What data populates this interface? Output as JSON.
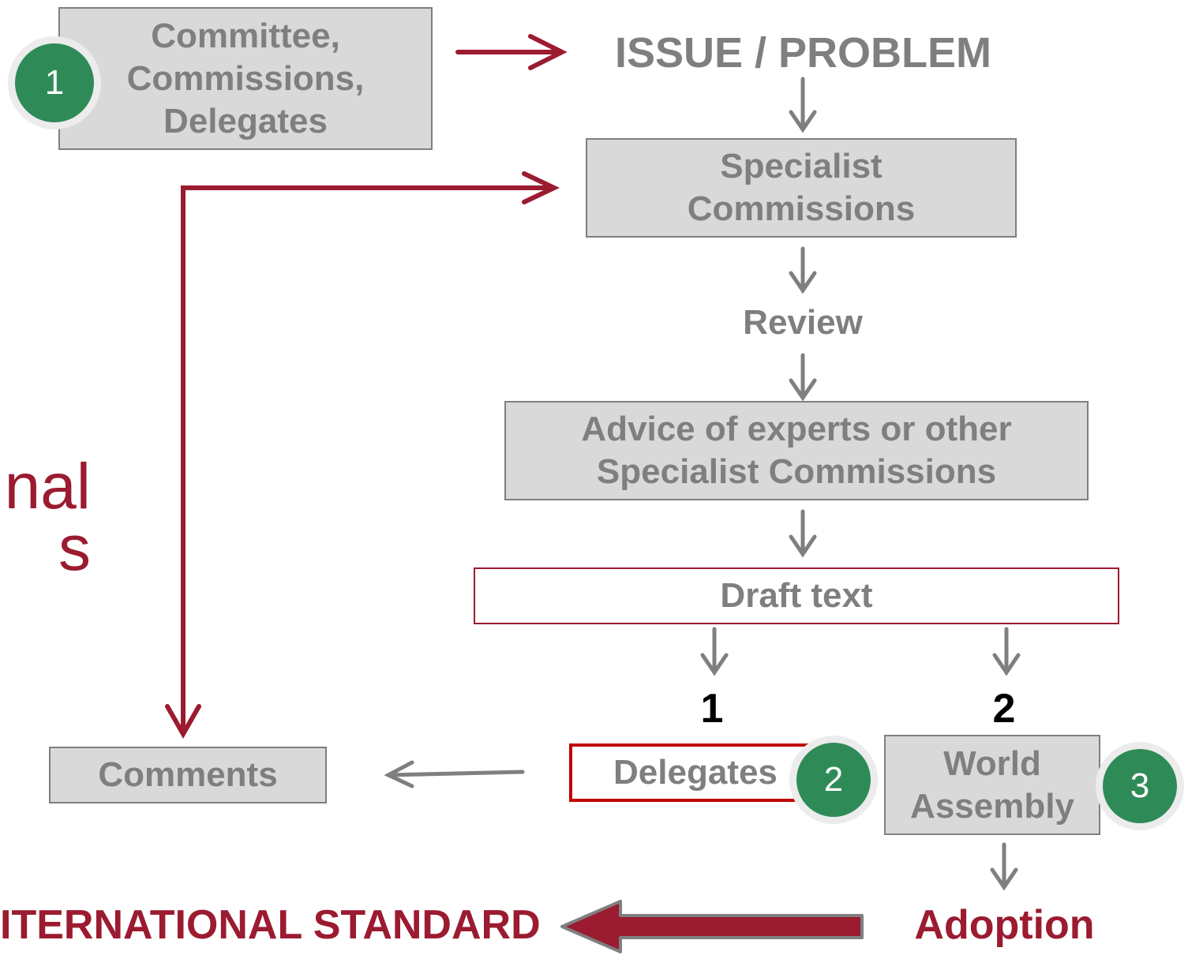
{
  "boxes": {
    "committee": "Committee,\nCommissions,\nDelegates",
    "specialist": "Specialist\nCommissions",
    "advice": "Advice of experts or other\nSpecialist Commissions",
    "draft": "Draft text",
    "delegates": "Delegates",
    "world_assembly": "World\nAssembly",
    "comments": "Comments"
  },
  "labels": {
    "issue": "ISSUE / PROBLEM",
    "review": "Review",
    "path1": "1",
    "path2": "2",
    "adoption": "Adoption",
    "international_standard": "ITERNATIONAL STANDARD",
    "side_title": "nal\ns"
  },
  "badges": {
    "b1": "1",
    "b2": "2",
    "b3": "3"
  },
  "colors": {
    "accent_red": "#9b1b30",
    "badge_green": "#2e8b57",
    "box_gray": "#d9d9d9",
    "text_gray": "#7f7f7f"
  }
}
